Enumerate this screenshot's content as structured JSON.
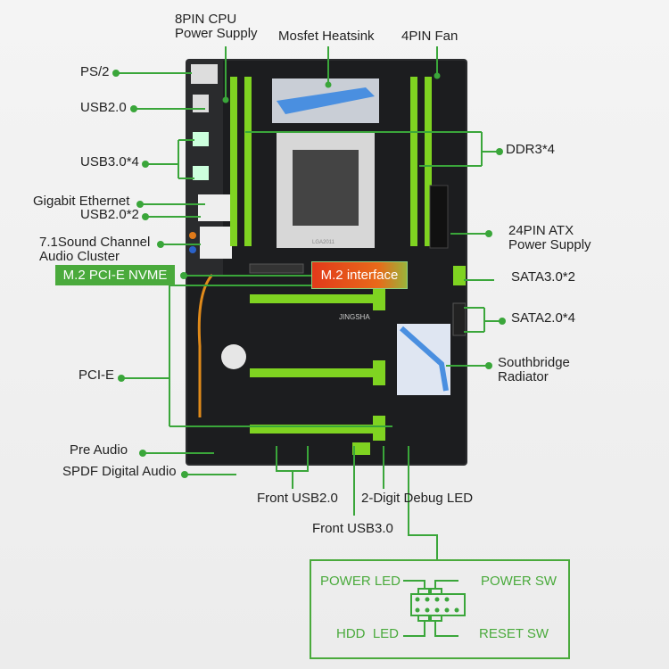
{
  "labels": {
    "cpu_power_1": "8PIN CPU",
    "cpu_power_2": "Power Supply",
    "mosfet": "Mosfet Heatsink",
    "fan": "4PIN Fan",
    "ps2": "PS/2",
    "usb20": "USB2.0",
    "usb30x4": "USB3.0*4",
    "ddr3": "DDR3*4",
    "gigabit": "Gigabit Ethernet",
    "usb20x2": "USB2.0*2",
    "sound_1": "7.1Sound Channel",
    "sound_2": "Audio Cluster",
    "m2_nvme": "M.2 PCI-E NVME",
    "m2_interface": "M.2 interface",
    "atx_1": "24PIN ATX",
    "atx_2": "Power Supply",
    "sata3": "SATA3.0*2",
    "sata2": "SATA2.0*4",
    "southbridge_1": "Southbridge",
    "southbridge_2": "Radiator",
    "pcie": "PCI-E",
    "pre_audio": "Pre Audio",
    "spdf": "SPDF Digital Audio",
    "front_usb20": "Front USB2.0",
    "debug_led": "2-Digit Debug LED",
    "front_usb30": "Front USB3.0"
  },
  "front_panel": {
    "power_led": "POWER LED",
    "power_sw": "POWER SW",
    "hdd_led": "HDD  LED",
    "reset_sw": "RESET SW"
  },
  "board_text": {
    "brand": "JINGSHA"
  },
  "colors": {
    "accent_green": "#4aaa3c",
    "board": "#1c1d1f",
    "slot_green": "#7fd321",
    "m2_box": "#e23a1a"
  }
}
